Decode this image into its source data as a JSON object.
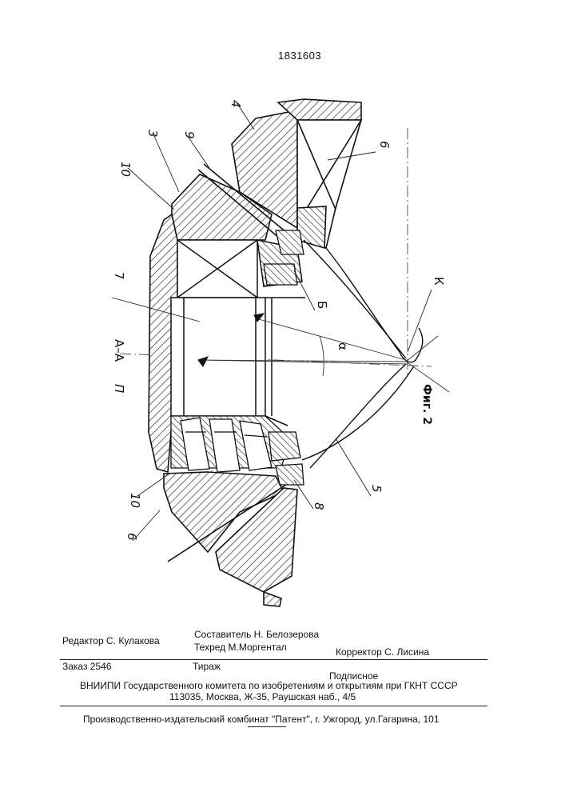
{
  "header": {
    "page_number": "1831603"
  },
  "drawing": {
    "labels": {
      "l4": "4",
      "l9": "9",
      "l3": "3",
      "l10a": "10",
      "l6a": "6",
      "l7": "7",
      "lB": "Б",
      "lK": "К",
      "lAlpha": "α",
      "section": "А–А",
      "lP": "П",
      "l10b": "10",
      "l6b": "6",
      "l8": "8",
      "l5": "5"
    },
    "caption": "Фиг. 2"
  },
  "footer": {
    "editor": "Редактор  С. Кулакова",
    "compiler": "Составитель   Н. Белозерова",
    "techred": "Техред М.Моргентал",
    "corrector": "Корректор  С. Лисина",
    "order": "Заказ   2546",
    "circulation": "Тираж",
    "subscription": "Подписное",
    "institute": "ВНИИПИ Государственного комитета по изобретениям и открытиям при ГКНТ СССР",
    "address": "113035, Москва, Ж-35, Раушская наб., 4/5",
    "publisher": "Производственно-издательский комбинат \"Патент\", г. Ужгород, ул.Гагарина, 101"
  }
}
